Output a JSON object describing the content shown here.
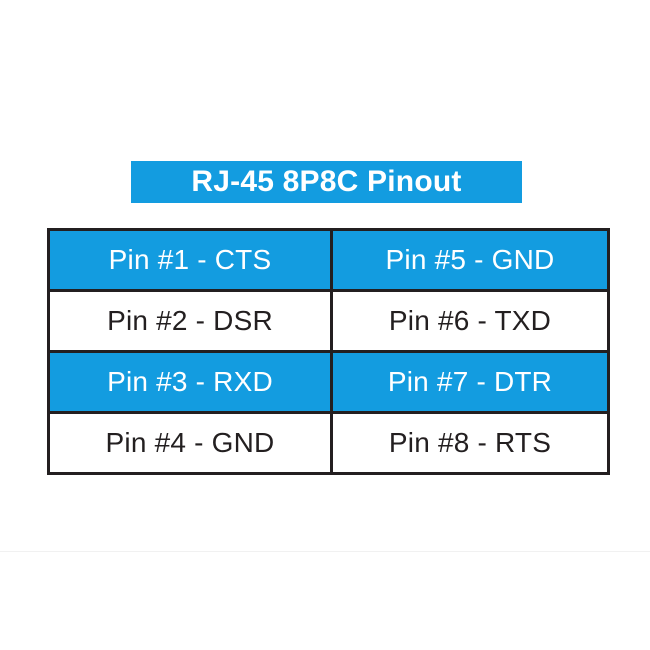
{
  "title": {
    "text": "RJ-45 8P8C Pinout"
  },
  "colors": {
    "accent_blue": "#139CE0",
    "border_dark": "#231F20",
    "text_dark": "#231F20",
    "text_light": "#FFFFFF",
    "background": "#FFFFFF",
    "rule_gray": "#F1F1F1"
  },
  "table": {
    "rows": [
      {
        "left": {
          "label": "Pin #1 - CTS",
          "pin": 1,
          "signal": "CTS",
          "highlighted": true
        },
        "right": {
          "label": "Pin #5 - GND",
          "pin": 5,
          "signal": "GND",
          "highlighted": true
        }
      },
      {
        "left": {
          "label": "Pin #2 - DSR",
          "pin": 2,
          "signal": "DSR",
          "highlighted": false
        },
        "right": {
          "label": "Pin #6 - TXD",
          "pin": 6,
          "signal": "TXD",
          "highlighted": false
        }
      },
      {
        "left": {
          "label": "Pin #3 - RXD",
          "pin": 3,
          "signal": "RXD",
          "highlighted": true
        },
        "right": {
          "label": "Pin #7 - DTR",
          "pin": 7,
          "signal": "DTR",
          "highlighted": true
        }
      },
      {
        "left": {
          "label": "Pin #4 - GND",
          "pin": 4,
          "signal": "GND",
          "highlighted": false
        },
        "right": {
          "label": "Pin #8 - RTS",
          "pin": 8,
          "signal": "RTS",
          "highlighted": false
        }
      }
    ]
  }
}
